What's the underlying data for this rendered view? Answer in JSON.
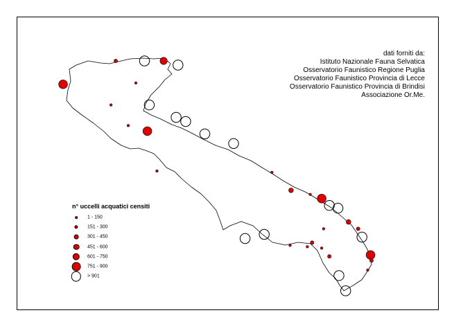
{
  "credits": {
    "heading": "dati forniti da:",
    "sources": [
      "Istituto Nazionale Fauna Selvatica",
      "Osservatorio Faunistico Regione Puglia",
      "Osservatorio Faunistico Provincia di Lecce",
      "Osservatorio Faunistico Provincia di Brindisi",
      "Associazione Or.Me."
    ]
  },
  "legend": {
    "title": "n° uccelli acquatici censiti",
    "classes": [
      {
        "label": "1 - 150",
        "symbol": "filled",
        "size": 1
      },
      {
        "label": "151 - 300",
        "symbol": "filled",
        "size": 2
      },
      {
        "label": "301 - 450",
        "symbol": "filled",
        "size": 3
      },
      {
        "label": "451 - 600",
        "symbol": "filled",
        "size": 4
      },
      {
        "label": "601 - 750",
        "symbol": "filled",
        "size": 5
      },
      {
        "label": "751 - 900",
        "symbol": "filled",
        "size": 6
      },
      {
        "label": "> 901",
        "symbol": "open",
        "size": 7
      }
    ]
  },
  "colors": {
    "marker_fill": "#e00000",
    "marker_stroke": "#000000",
    "outline": "#000000",
    "background": "#ffffff"
  },
  "sites": [
    {
      "lon": 16.05,
      "lat": 41.92,
      "class": 5
    },
    {
      "lon": 15.55,
      "lat": 41.92,
      "class": 2
    },
    {
      "lon": 15.85,
      "lat": 41.92,
      "class": 7
    },
    {
      "lon": 16.2,
      "lat": 41.89,
      "class": 7
    },
    {
      "lon": 15.0,
      "lat": 41.75,
      "class": 6
    },
    {
      "lon": 15.76,
      "lat": 41.76,
      "class": 1
    },
    {
      "lon": 15.5,
      "lat": 41.6,
      "class": 1
    },
    {
      "lon": 15.9,
      "lat": 41.6,
      "class": 7
    },
    {
      "lon": 16.18,
      "lat": 41.51,
      "class": 7
    },
    {
      "lon": 16.28,
      "lat": 41.48,
      "class": 7
    },
    {
      "lon": 16.48,
      "lat": 41.39,
      "class": 7
    },
    {
      "lon": 15.68,
      "lat": 41.45,
      "class": 1
    },
    {
      "lon": 15.88,
      "lat": 41.41,
      "class": 6
    },
    {
      "lon": 16.78,
      "lat": 41.32,
      "class": 7
    },
    {
      "lon": 17.18,
      "lat": 41.11,
      "class": 1
    },
    {
      "lon": 17.38,
      "lat": 40.98,
      "class": 3
    },
    {
      "lon": 15.98,
      "lat": 41.12,
      "class": 1
    },
    {
      "lon": 17.58,
      "lat": 40.95,
      "class": 1
    },
    {
      "lon": 17.7,
      "lat": 40.92,
      "class": 6
    },
    {
      "lon": 17.78,
      "lat": 40.87,
      "class": 7
    },
    {
      "lon": 17.87,
      "lat": 40.85,
      "class": 7
    },
    {
      "lon": 17.98,
      "lat": 40.75,
      "class": 3
    },
    {
      "lon": 18.08,
      "lat": 40.7,
      "class": 2
    },
    {
      "lon": 17.72,
      "lat": 40.7,
      "class": 1
    },
    {
      "lon": 18.12,
      "lat": 40.64,
      "class": 7
    },
    {
      "lon": 18.21,
      "lat": 40.51,
      "class": 6
    },
    {
      "lon": 18.22,
      "lat": 40.47,
      "class": 2
    },
    {
      "lon": 18.18,
      "lat": 40.4,
      "class": 1
    },
    {
      "lon": 17.6,
      "lat": 40.6,
      "class": 2
    },
    {
      "lon": 17.55,
      "lat": 40.57,
      "class": 1
    },
    {
      "lon": 17.7,
      "lat": 40.56,
      "class": 1
    },
    {
      "lon": 17.37,
      "lat": 40.58,
      "class": 1
    },
    {
      "lon": 17.1,
      "lat": 40.66,
      "class": 7
    },
    {
      "lon": 16.9,
      "lat": 40.63,
      "class": 7
    },
    {
      "lon": 17.78,
      "lat": 40.5,
      "class": 2
    },
    {
      "lon": 17.88,
      "lat": 40.36,
      "class": 7
    },
    {
      "lon": 17.95,
      "lat": 40.25,
      "class": 7
    }
  ]
}
